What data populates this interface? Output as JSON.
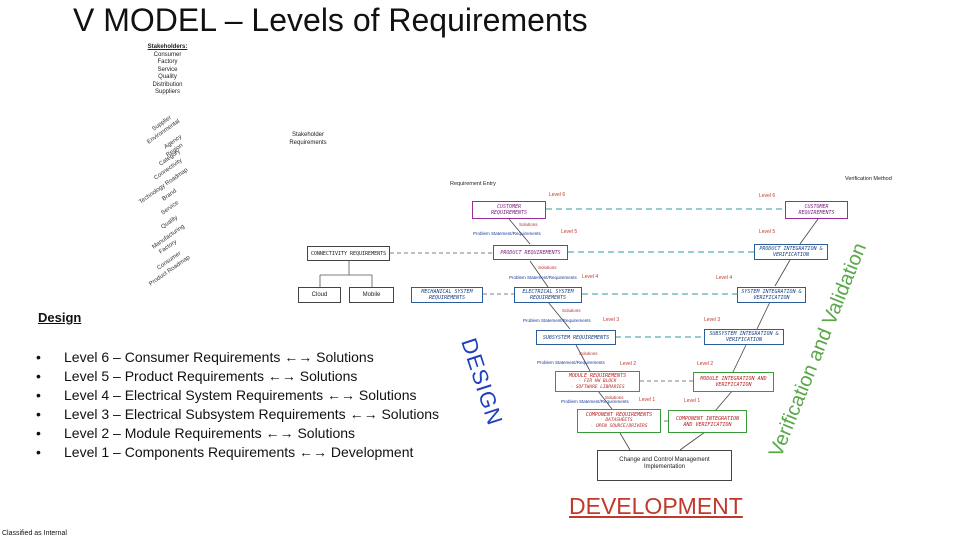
{
  "slide": {
    "title": "V MODEL – Levels of Requirements",
    "footer": "Classified as Internal"
  },
  "stakeholders": {
    "heading": "Stakeholders:",
    "items": [
      "Consumer",
      "Factory",
      "Service",
      "Quality",
      "Distribution",
      "Suppliers"
    ]
  },
  "rotated_list": [
    "Supplier",
    "Environmental",
    "Agency",
    "Region",
    "Category",
    "Connectivity",
    "Technology Roadmap",
    "Brand",
    "Service",
    "Quality",
    "Manufacturing",
    "Factory",
    "Consumer",
    "Product Roadmap"
  ],
  "stakeholder_requirements": "Stakeholder\nRequirements",
  "diagram": {
    "requirement_entry": "Requirement Entry",
    "verification_method": "Verification Method",
    "boxes": {
      "customer_req": "CUSTOMER\nREQUIREMENTS",
      "product_req": "PRODUCT REQUIREMENTS",
      "connectivity_req": "CONNECTIVITY REQUIREMENTS",
      "cloud": "Cloud",
      "mobile": "Mobile",
      "mechanical_req": "MECHANICAL SYSTEM\nREQUIREMENTS",
      "electrical_req": "ELECTRICAL SYSTEM\nREQUIREMENTS",
      "subsystem_req": "SUBSYSTEM REQUIREMENTS",
      "module_req": "MODULE REQUIREMENTS",
      "module_req_sub": "- FIR HW BLOCK\n- SOFTWARE LIBRARIES",
      "component_req": "COMPONENT REQUIREMENTS",
      "component_req_sub": "DATASHEETS\n- OPEN SOURCE/DRIVERS",
      "customer_ver": "CUSTOMER\nREQUIREMENTS",
      "product_ver": "PRODUCT INTEGRATION &\nVERIFICATION",
      "system_ver": "SYSTEM INTEGRATION &\nVERIFICATION",
      "subsystem_ver": "SUBSYSTEM INTEGRATION &\nVERIFICATION",
      "module_ver": "MODULE INTEGRATION AND\nVERIFICATION",
      "component_ver": "COMPONENT INTEGRATION\nAND VERIFICATION",
      "change_control": "Change and Control Management",
      "implementation": "Implementation"
    },
    "levels": {
      "l6": "Level 6",
      "l5": "Level 5",
      "l4": "Level 4",
      "l3": "Level 3",
      "l2": "Level 2",
      "l1": "Level 1"
    },
    "solutions": "Solutions",
    "problem_statement": "Problem Statement/Requirements",
    "problem_statement_1": "Problem Statement/Requirements"
  },
  "design": {
    "heading": "Design",
    "bullets": [
      "Level 6 – Consumer Requirements ←→ Solutions",
      "Level 5 – Product Requirements ←→ Solutions",
      "Level 4 – Electrical System Requirements ←→ Solutions",
      "Level 3 – Electrical Subsystem Requirements ←→ Solutions",
      "Level 2 – Module Requirements ←→ Solutions",
      "Level 1 – Components Requirements ←→ Development"
    ],
    "bullet_char": "•"
  },
  "labels": {
    "design_word": "DESIGN",
    "vv_word": "Verification and Validation",
    "dev_word": "DEVELOPMENT"
  },
  "colors": {
    "design_blue": "#1f3fbf",
    "vv_green": "#5aa84a",
    "dev_red": "#c0392b",
    "level_red": "#c0392b"
  }
}
